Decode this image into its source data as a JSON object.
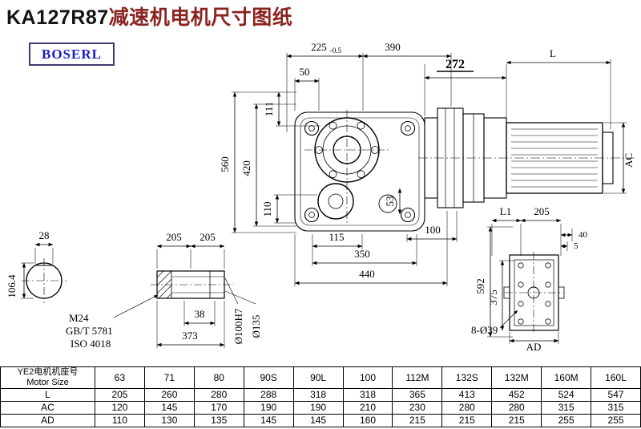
{
  "page": {
    "title_model": "KA127R87",
    "title_suffix": "减速机电机尺寸图纸",
    "logo": "BOSERL"
  },
  "dims": {
    "d50": "50",
    "d225": "225",
    "d225tol": "-0.5",
    "d390": "390",
    "d272": "272",
    "dL": "L",
    "d560": "560",
    "d420": "420",
    "d111": "111",
    "d110": "110",
    "d53": "53",
    "d115": "115",
    "d100": "100",
    "d350": "350",
    "d440": "440",
    "d28": "28",
    "d106": "106.4",
    "d205a": "205",
    "d205b": "205",
    "d38": "38",
    "d373": "373",
    "m24": "M24",
    "gbt": "GB/T 5781",
    "iso": "ISO 4018",
    "d100h7": "Ø100H7",
    "d135": "Ø135",
    "dL1": "L1",
    "d205c": "205",
    "d40": "40",
    "d5": "5",
    "d592": "592",
    "d375": "375",
    "dAD": "AD",
    "d8d39": "8-Ø39",
    "dAC": "AC"
  },
  "table": {
    "header_cn": "YE2电机机座号",
    "header_en": "Motor Size",
    "sizes": [
      "63",
      "71",
      "80",
      "90S",
      "90L",
      "100",
      "112M",
      "132S",
      "132M",
      "160M",
      "160L"
    ],
    "rows": [
      {
        "label": "L",
        "values": [
          "205",
          "260",
          "280",
          "288",
          "318",
          "318",
          "365",
          "413",
          "452",
          "524",
          "547"
        ]
      },
      {
        "label": "AC",
        "values": [
          "120",
          "145",
          "170",
          "190",
          "190",
          "210",
          "230",
          "280",
          "280",
          "315",
          "315"
        ]
      },
      {
        "label": "AD",
        "values": [
          "110",
          "130",
          "135",
          "145",
          "145",
          "160",
          "215",
          "215",
          "215",
          "255",
          "255"
        ]
      }
    ]
  }
}
